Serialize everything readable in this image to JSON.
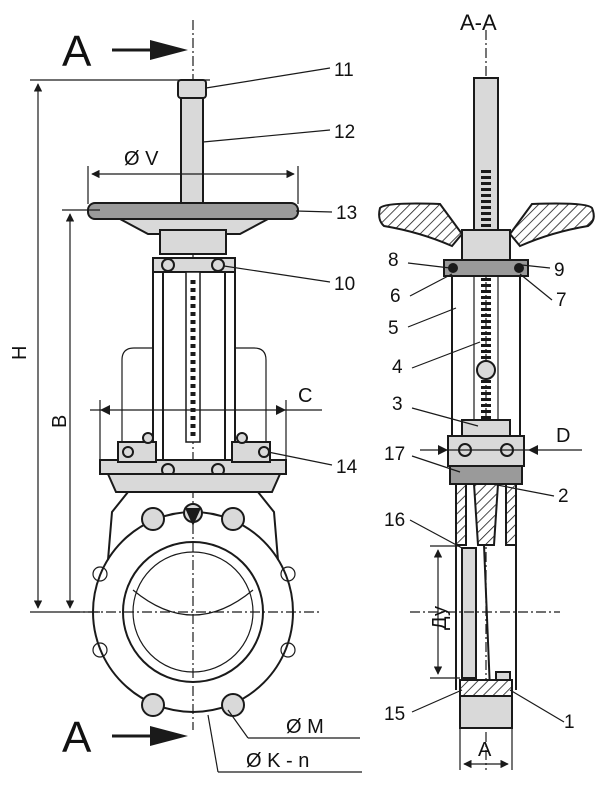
{
  "section_marks": {
    "top_left": "A",
    "bottom_left": "A",
    "section_title": "A-A"
  },
  "dimensions": {
    "H": "H",
    "B": "B",
    "V": "Ø V",
    "C": "C",
    "D": "D",
    "M": "Ø M",
    "K": "Ø K - n",
    "Dy": "Ду",
    "A": "A"
  },
  "part_numbers": [
    "1",
    "2",
    "3",
    "4",
    "5",
    "6",
    "7",
    "8",
    "9",
    "10",
    "11",
    "12",
    "13",
    "14",
    "15",
    "16",
    "17"
  ]
}
